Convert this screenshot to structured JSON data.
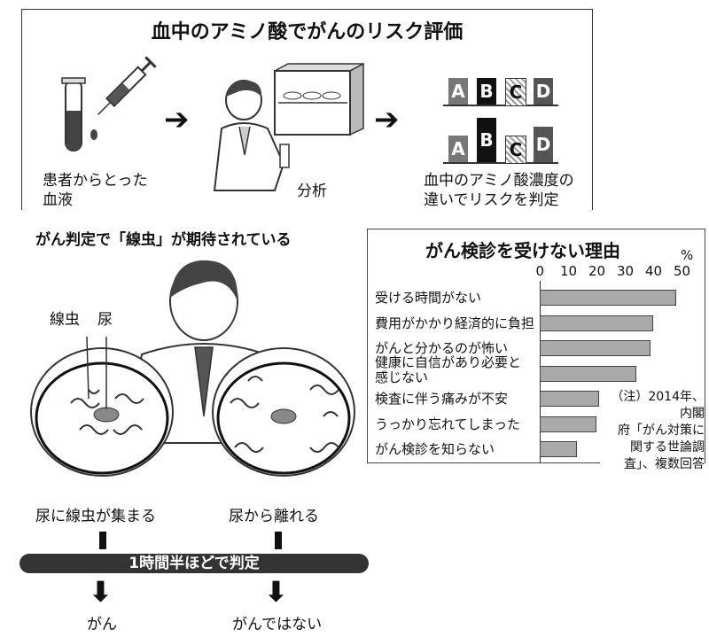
{
  "top": {
    "title": "血中のアミノ酸でがんのリスク評価",
    "blood_label_1": "患者からとった",
    "blood_label_2": "血液",
    "analysis_label": "分析",
    "result_label_1": "血中のアミノ酸濃度の",
    "result_label_2": "違いでリスクを判定",
    "chips": [
      "A",
      "B",
      "C",
      "D"
    ]
  },
  "nematode": {
    "title": "がん判定で「線虫」が期待されている",
    "label_worm": "線虫",
    "label_urine": "尿",
    "left_result": "尿に線虫が集まる",
    "right_result": "尿から離れる",
    "banner": "1時間半ほどで判定",
    "outcome_left": "がん",
    "outcome_right": "がんではない"
  },
  "chart_data": {
    "type": "bar",
    "title": "がん検診を受けない理由",
    "unit": "%",
    "xlim": [
      0,
      50
    ],
    "ticks": [
      "0",
      "10",
      "20",
      "30",
      "40",
      "50"
    ],
    "categories": [
      "受ける時間がない",
      "費用がかかり経済的に負担",
      "がんと分かるのが怖い",
      "健康に自信があり必要と感じない",
      "検査に伴う痛みが不安",
      "うっかり忘れてしまった",
      "がん検診を知らない"
    ],
    "values": [
      48,
      40,
      39,
      34,
      21,
      20,
      13
    ],
    "note_lines": [
      "（注）2014年、内閣",
      "府「がん対策に",
      "関する世論調",
      "査」、複数回答"
    ]
  }
}
